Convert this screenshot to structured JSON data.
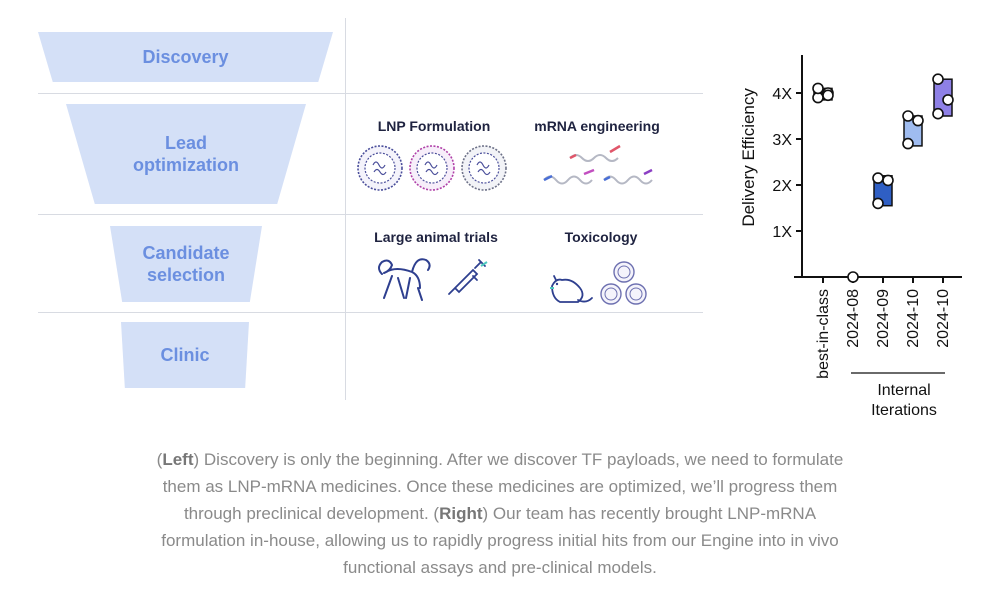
{
  "funnel": {
    "discovery": "Discovery",
    "lead_optimization": "Lead optimization",
    "candidate_selection": "Candidate selection",
    "clinic": "Clinic"
  },
  "panels": {
    "lnp_formulation": "LNP Formulation",
    "mrna_engineering": "mRNA engineering",
    "large_animal_trials": "Large animal trials",
    "toxicology": "Toxicology"
  },
  "caption": {
    "left_tag": "Left",
    "part1": ") Discovery is only the beginning. After we discover TF payloads, we need to formulate them as LNP-mRNA medicines. Once these medicines are optimized, we’ll progress them through preclinical development. (",
    "right_tag": "Right",
    "part2": ") Our team has recently brought LNP-mRNA formulation in-house, allowing us to rapidly progress initial hits from our Engine into in vivo functional assays and pre-clinical models."
  },
  "colors": {
    "funnel_fill": "#d4e0f7",
    "funnel_text": "#6b8fe0",
    "best_in_class": "#111111",
    "iter_2024_09": "#2f5fc4",
    "iter_2024_10_a": "#9fbcf0",
    "iter_2024_10_b": "#8e80e6"
  },
  "chart_data": {
    "type": "scatter",
    "ylabel": "Delivery Efficiency",
    "yticks": [
      "1X",
      "2X",
      "3X",
      "4X"
    ],
    "ylim": [
      0,
      4.8
    ],
    "categories": [
      "best-in-class",
      "2024-08",
      "2024-09",
      "2024-10",
      "2024-10"
    ],
    "group_label": "Internal Iterations",
    "series": [
      {
        "category": "best-in-class",
        "points": [
          3.9,
          4.0,
          4.1,
          3.95
        ],
        "box": [
          3.85,
          4.1
        ],
        "color": "#111111"
      },
      {
        "category": "2024-08",
        "points": [
          0.0
        ],
        "box": null,
        "color": "#ffffff"
      },
      {
        "category": "2024-09",
        "points": [
          1.6,
          2.1,
          2.15
        ],
        "box": [
          1.55,
          2.2
        ],
        "color": "#2f5fc4"
      },
      {
        "category": "2024-10",
        "points": [
          2.9,
          3.4,
          3.5
        ],
        "box": [
          2.85,
          3.5
        ],
        "color": "#9fbcf0"
      },
      {
        "category": "2024-10",
        "points": [
          3.55,
          3.85,
          4.3
        ],
        "box": [
          3.5,
          4.3
        ],
        "color": "#8e80e6"
      }
    ]
  }
}
